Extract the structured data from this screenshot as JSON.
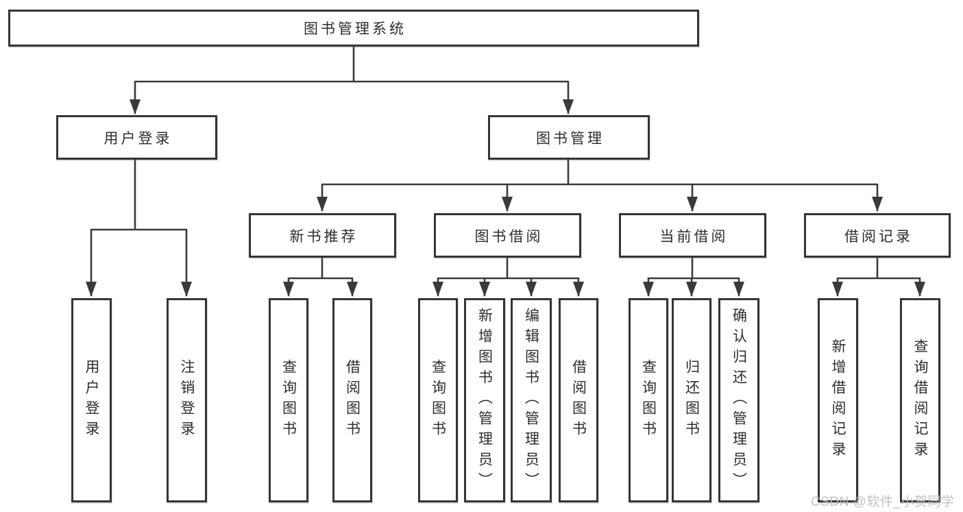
{
  "root": {
    "label": "图书管理系统",
    "children": [
      {
        "label": "用户登录",
        "children": [
          {
            "label": "用户登录"
          },
          {
            "label": "注销登录"
          }
        ]
      },
      {
        "label": "图书管理",
        "children": [
          {
            "label": "新书推荐",
            "children": [
              {
                "label": "查询图书"
              },
              {
                "label": "借阅图书"
              }
            ]
          },
          {
            "label": "图书借阅",
            "children": [
              {
                "label": "查询图书"
              },
              {
                "label": "新增图书（管理员）"
              },
              {
                "label": "编辑图书（管理员）"
              },
              {
                "label": "借阅图书"
              }
            ]
          },
          {
            "label": "当前借阅",
            "children": [
              {
                "label": "查询图书"
              },
              {
                "label": "归还图书"
              },
              {
                "label": "确认归还（管理员）"
              }
            ]
          },
          {
            "label": "借阅记录",
            "children": [
              {
                "label": "新增借阅记录"
              },
              {
                "label": "查询借阅记录"
              }
            ]
          }
        ]
      }
    ]
  },
  "watermark": "CSDN @软件_小贺同学",
  "colors": {
    "line": "#3a3a3a",
    "box_border": "#343434",
    "text": "#2d2d2d",
    "watermark": "#bcbcbe",
    "background": "#ffffff"
  }
}
